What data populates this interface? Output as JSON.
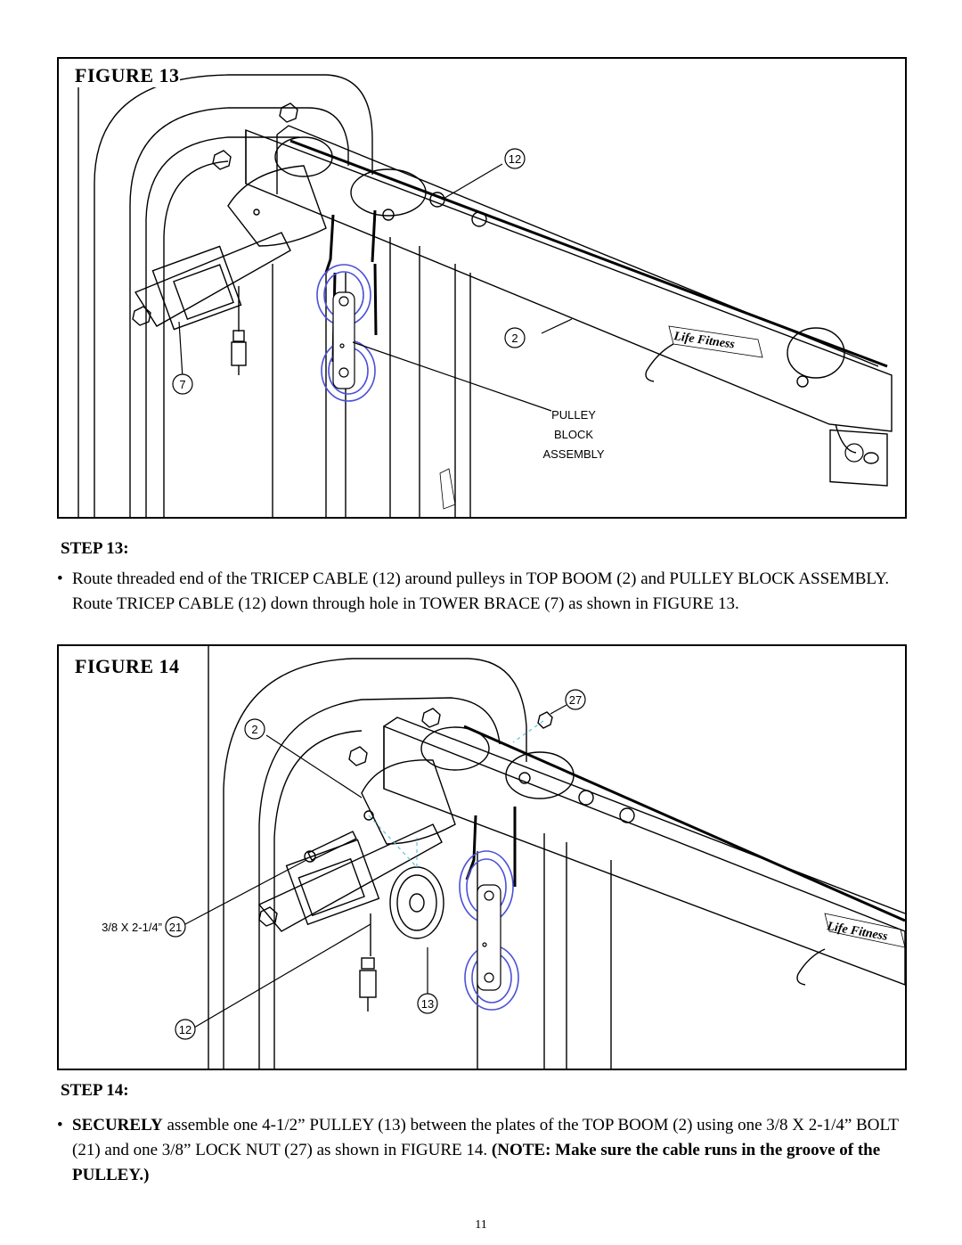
{
  "figure13": {
    "title": "FIGURE 13",
    "callouts": {
      "cable": "12",
      "boom": "2",
      "brace": "7"
    },
    "pulley_block_label": [
      "PULLEY",
      "BLOCK",
      "ASSEMBLY"
    ]
  },
  "step13": {
    "heading": "STEP 13:",
    "bullet": "•",
    "text": "Route threaded end of  the TRICEP CABLE (12) around pulleys in TOP BOOM (2) and PULLEY BLOCK ASSEMBLY. Route TRICEP CABLE (12) down through hole in TOWER BRACE (7) as shown in FIGURE 13."
  },
  "figure14": {
    "title": "FIGURE 14",
    "callouts": {
      "nut": "27",
      "boom": "2",
      "bolt": "21",
      "bolt_size": "3/8 X 2-1/4”",
      "pulley": "13",
      "cable": "12"
    }
  },
  "step14": {
    "heading": "STEP 14:",
    "bullet": "•",
    "text_bold_lead": "SECURELY",
    "text_main": " assemble one 4-1/2” PULLEY (13) between the plates of the TOP BOOM (2) using one 3/8 X 2-1/4”  BOLT  (21) and one 3/8” LOCK NUT (27) as shown in FIGURE 14. ",
    "text_note": "(NOTE: Make sure the cable runs in the groove of the PULLEY.)"
  },
  "page_number": "11",
  "colors": {
    "pulley_highlight": "#4a50d8",
    "hidden_line": "#5fc4d8"
  }
}
